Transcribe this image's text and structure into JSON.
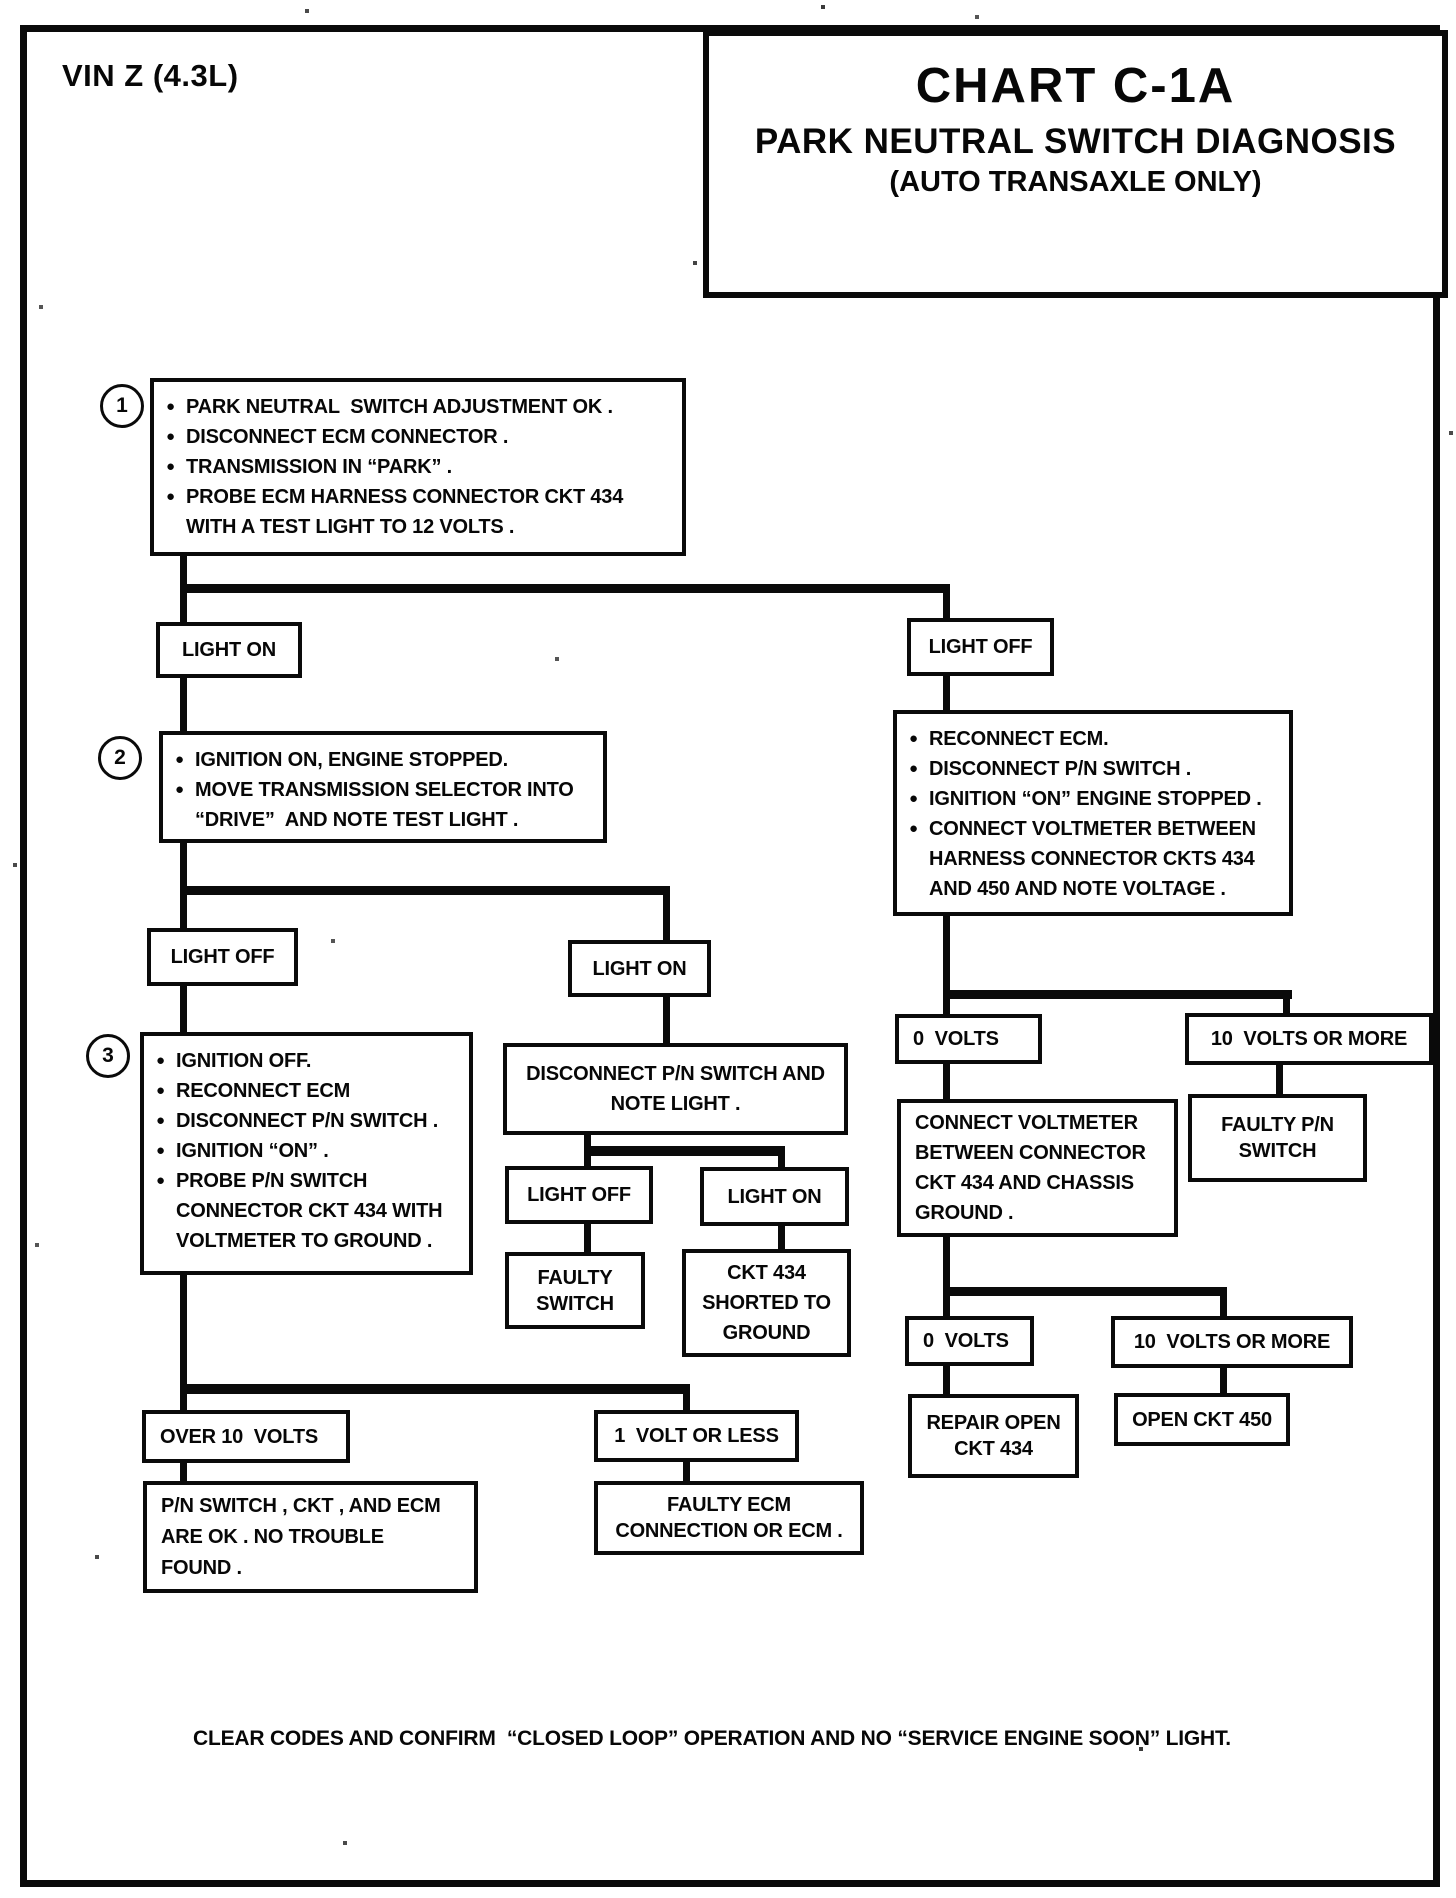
{
  "bullet_char": "●",
  "colors": {
    "ink": "#0a0a0a",
    "paper": "#ffffff"
  },
  "header": {
    "vin": "VIN Z (4.3L)",
    "chart_id": "CHART C-1A",
    "chart_title": "PARK NEUTRAL SWITCH DIAGNOSIS",
    "chart_subtitle": "(AUTO TRANSAXLE ONLY)"
  },
  "steps": {
    "step1": {
      "number": "1",
      "bullets": [
        "PARK NEUTRAL  SWITCH ADJUSTMENT OK .",
        "DISCONNECT ECM CONNECTOR .",
        "TRANSMISSION IN “PARK” .",
        "PROBE ECM HARNESS CONNECTOR CKT 434\nWITH A TEST LIGHT TO 12 VOLTS ."
      ]
    },
    "step2": {
      "number": "2",
      "bullets": [
        "IGNITION ON, ENGINE STOPPED.",
        "MOVE TRANSMISSION SELECTOR INTO\n“DRIVE”  AND NOTE TEST LIGHT ."
      ]
    },
    "step3": {
      "number": "3",
      "bullets": [
        "IGNITION OFF.",
        "RECONNECT ECM",
        "DISCONNECT P/N SWITCH .",
        "IGNITION “ON” .",
        "PROBE P/N SWITCH\nCONNECTOR CKT 434 WITH\nVOLTMETER TO GROUND ."
      ]
    },
    "reconnect_ecm": {
      "bullets": [
        "RECONNECT ECM.",
        "DISCONNECT P/N SWITCH .",
        "IGNITION “ON” ENGINE STOPPED .",
        "CONNECT VOLTMETER BETWEEN\nHARNESS CONNECTOR CKTS 434\nAND 450 AND NOTE VOLTAGE ."
      ]
    }
  },
  "nodes": {
    "light_on_1": "LIGHT ON",
    "light_off_1": "LIGHT OFF",
    "light_off_2": "LIGHT OFF",
    "light_on_2": "LIGHT ON",
    "disconnect_pn": "DISCONNECT P/N SWITCH AND\nNOTE LIGHT .",
    "light_off_3": "LIGHT OFF",
    "light_on_3": "LIGHT ON",
    "faulty_switch": "FAULTY\nSWITCH",
    "ckt434_shorted": "CKT 434\nSHORTED TO\nGROUND",
    "volts_0_a": "0  VOLTS",
    "volts_10_a": "10  VOLTS OR MORE",
    "connect_voltmeter": "CONNECT VOLTMETER\nBETWEEN CONNECTOR\nCKT 434 AND CHASSIS\nGROUND .",
    "faulty_pn_switch": "FAULTY P/N\nSWITCH",
    "volts_0_b": "0  VOLTS",
    "volts_10_b": "10  VOLTS OR MORE",
    "repair_open_ckt434": "REPAIR OPEN\nCKT 434",
    "open_ckt_450": "OPEN CKT 450",
    "over_10_volts": "OVER 10  VOLTS",
    "volt_1_or_less": "1  VOLT OR LESS",
    "pn_switch_ok": "P/N SWITCH , CKT , AND ECM\nARE OK . NO TROUBLE\nFOUND .",
    "faulty_ecm": "FAULTY ECM\nCONNECTION OR ECM ."
  },
  "footer": {
    "note": "CLEAR CODES AND CONFIRM  “CLOSED LOOP” OPERATION AND NO “SERVICE ENGINE SOON” LIGHT."
  }
}
